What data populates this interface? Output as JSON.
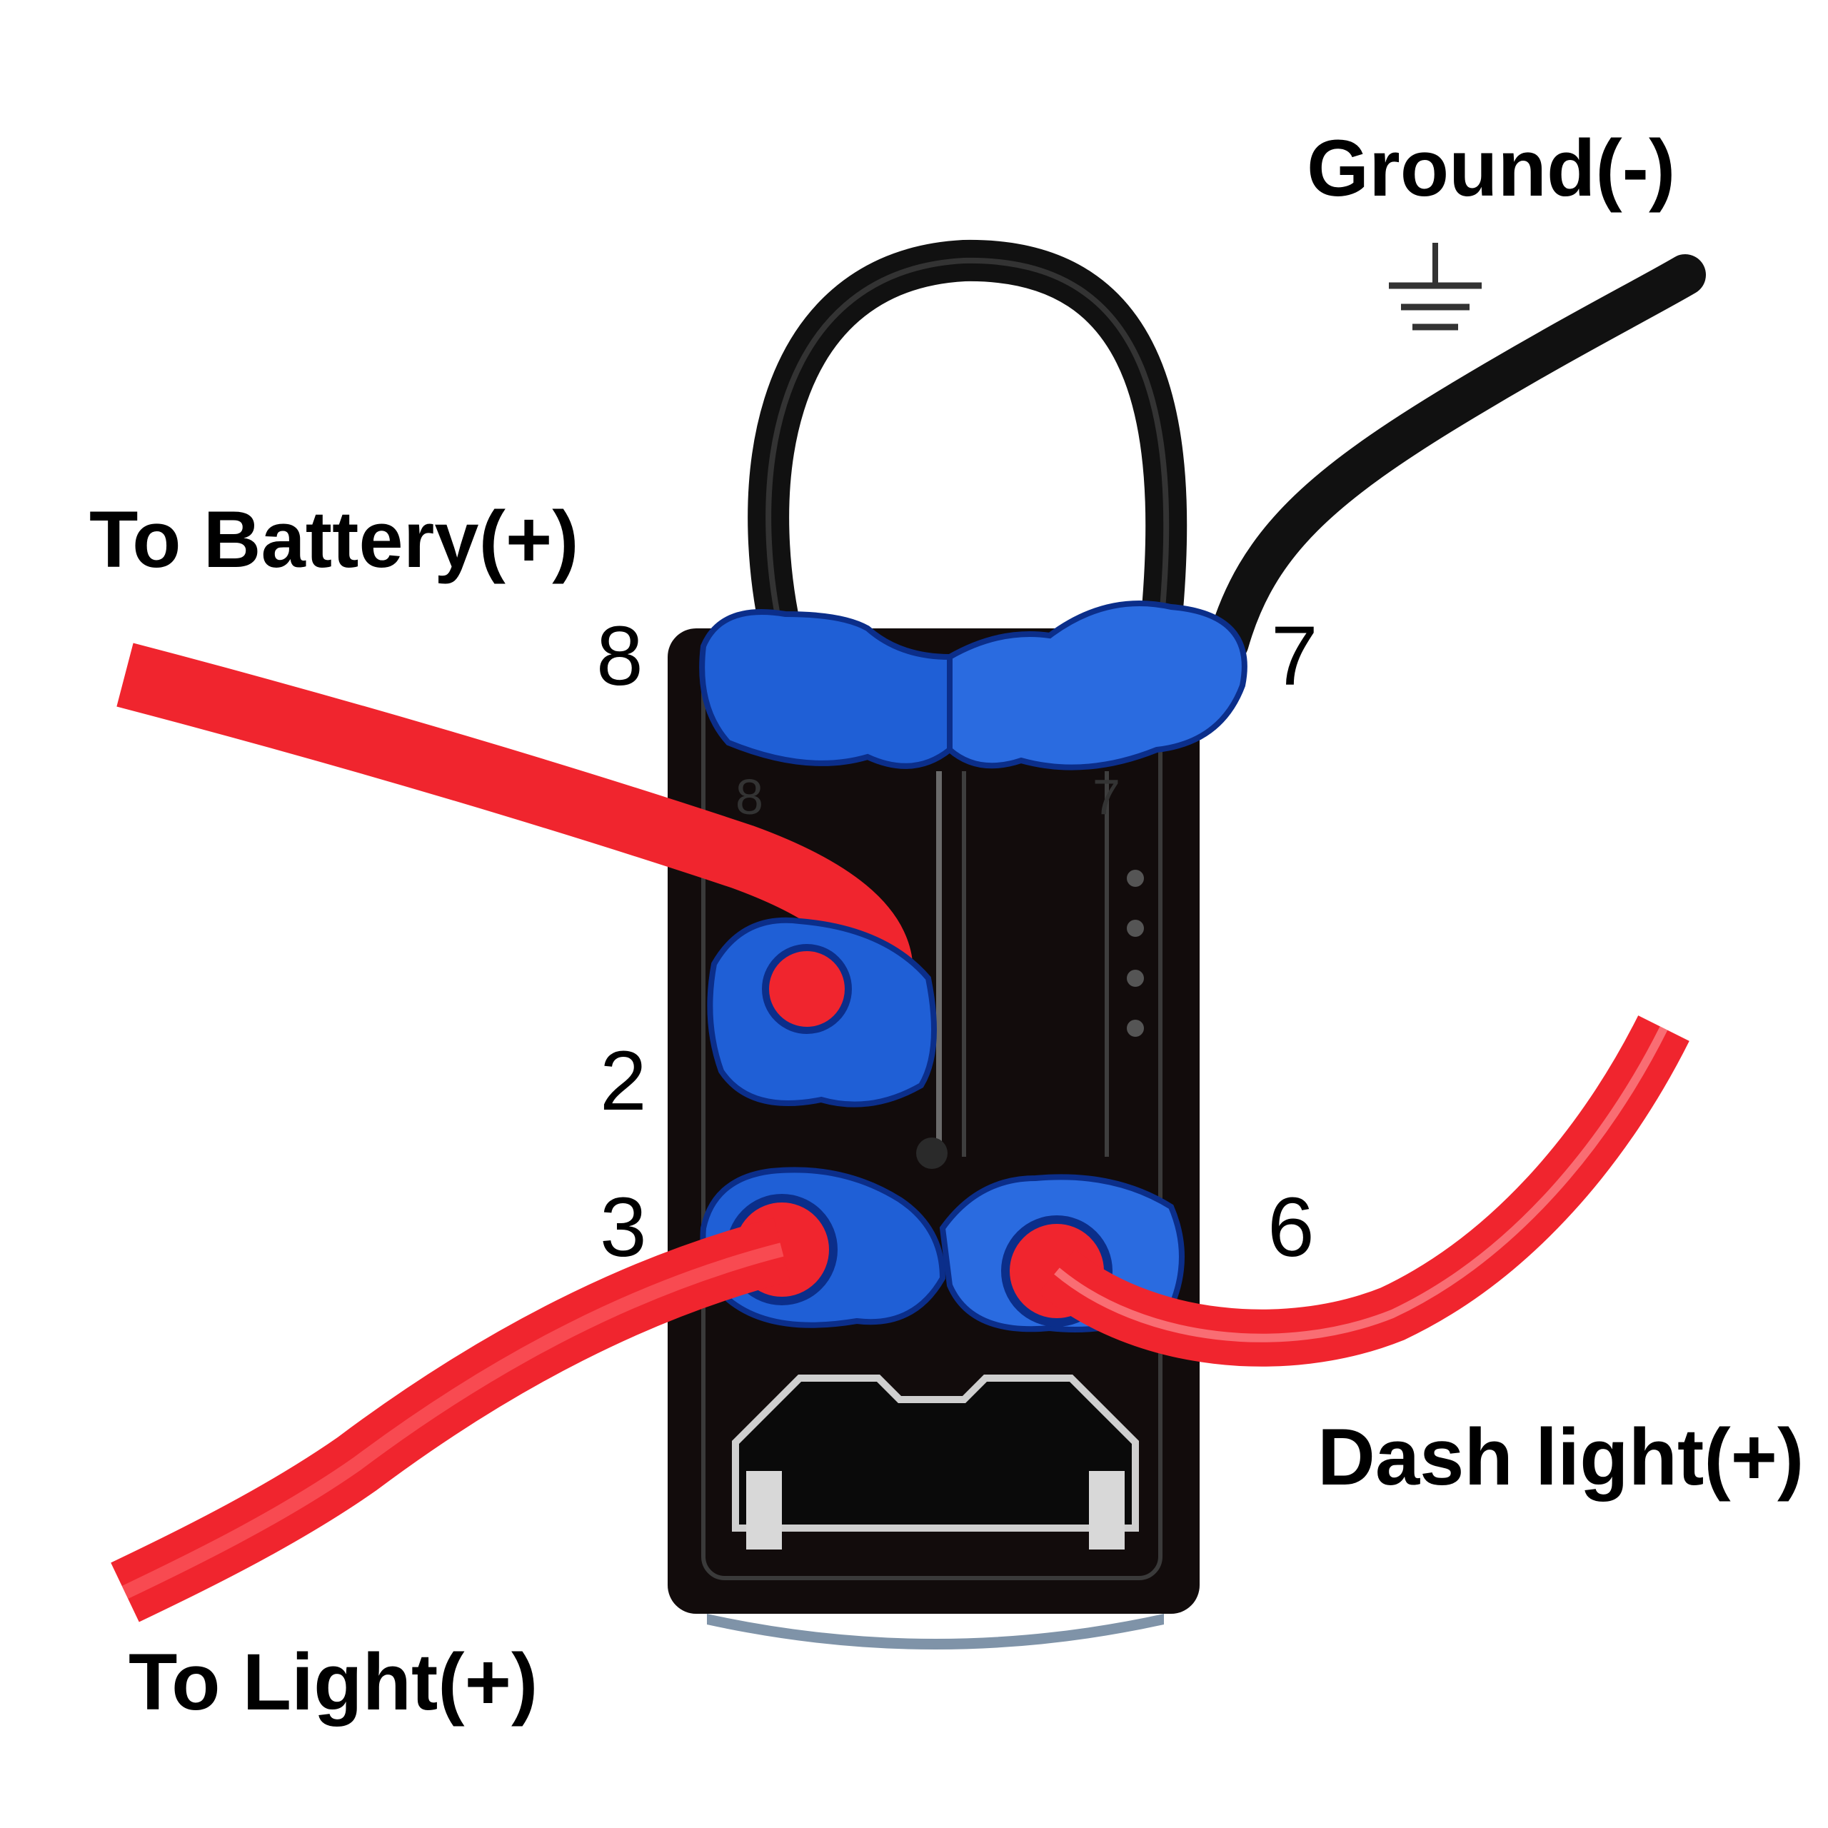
{
  "labels": {
    "ground": "Ground(-)",
    "battery": "To Battery(+)",
    "light": "To Light(+)",
    "dash_light": "Dash light(+)"
  },
  "pins": {
    "p8": "8",
    "p7": "7",
    "p2": "2",
    "p3": "3",
    "p6": "6"
  },
  "icons": {
    "ground_symbol": "ground-icon"
  },
  "colors": {
    "wire_red": "#f0252e",
    "wire_black": "#111111",
    "connector_blue": "#1f5fd6",
    "switch_body": "#120c0c",
    "background": "#ffffff"
  },
  "connections": [
    {
      "pin": "2",
      "wire": "red",
      "to": "To Battery(+)"
    },
    {
      "pin": "3",
      "wire": "red",
      "to": "To Light(+)"
    },
    {
      "pin": "6",
      "wire": "red",
      "to": "Dash light(+)"
    },
    {
      "pin": "7",
      "wire": "black",
      "to": "Ground(-)"
    },
    {
      "pin": "8",
      "wire": "black",
      "to": "jumper to pin 7"
    }
  ]
}
